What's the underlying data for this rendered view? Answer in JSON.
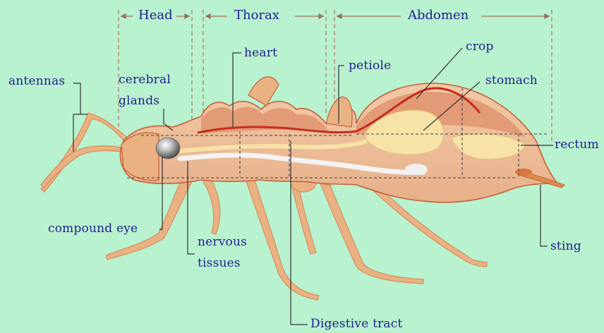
{
  "sections": {
    "head": "Head",
    "thorax": "Thorax",
    "abdomen": "Abdomen"
  },
  "labels": {
    "antennas": "antennas",
    "cerebral_glands_line1": "cerebral",
    "cerebral_glands_line2": "glands",
    "heart": "heart",
    "petiole": "petiole",
    "crop": "crop",
    "stomach": "stomach",
    "rectum": "rectum",
    "compound_eye": "compound eye",
    "nervous_tissues_line1": "nervous",
    "nervous_tissues_line2": "tissues",
    "sting": "sting",
    "digestive_tract": "Digestive tract"
  },
  "colors": {
    "background": "#b9f2cf",
    "label_text": "#1d1f8c",
    "body_outline": "#c5603a",
    "leg": "#e8ab7a",
    "body_interior": "#f4cdb0",
    "heart_vessel": "#c42c1c",
    "digestive": "#f7e3a8",
    "nerve": "#f2f2f2"
  }
}
